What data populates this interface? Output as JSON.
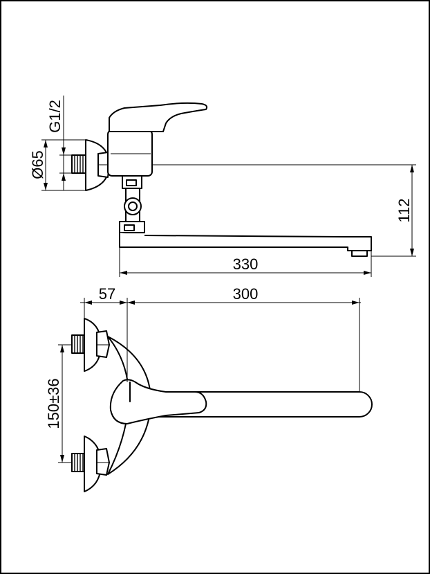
{
  "dimensions": {
    "thread": "G1/2",
    "rosette_diameter": "Ø65",
    "height": "112",
    "spout_length_side": "330",
    "wall_offset": "57",
    "spout_reach": "300",
    "inlet_spacing": "150±36"
  }
}
